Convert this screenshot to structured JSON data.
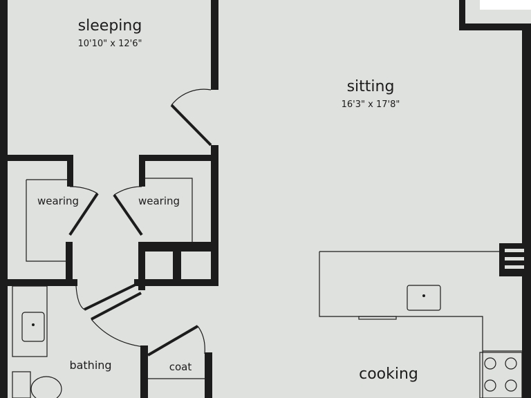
{
  "rooms": {
    "sleeping": {
      "name": "sleeping",
      "dims": "10'10\" x 12'6\""
    },
    "sitting": {
      "name": "sitting",
      "dims": "16'3\" x 17'8\""
    },
    "wearing_left": {
      "name": "wearing"
    },
    "wearing_right": {
      "name": "wearing"
    },
    "bathing": {
      "name": "bathing"
    },
    "coat": {
      "name": "coat"
    },
    "cooking": {
      "name": "cooking"
    }
  },
  "icons": {
    "sink": "bathroom-sink-icon",
    "toilet": "toilet-icon",
    "kitchen_sink": "kitchen-sink-icon",
    "stove": "cooktop-icon",
    "radiator": "radiator-icon"
  },
  "colors": {
    "wall": "#1c1c1c",
    "floor": "#dfe1de",
    "window": "#ffffff"
  }
}
